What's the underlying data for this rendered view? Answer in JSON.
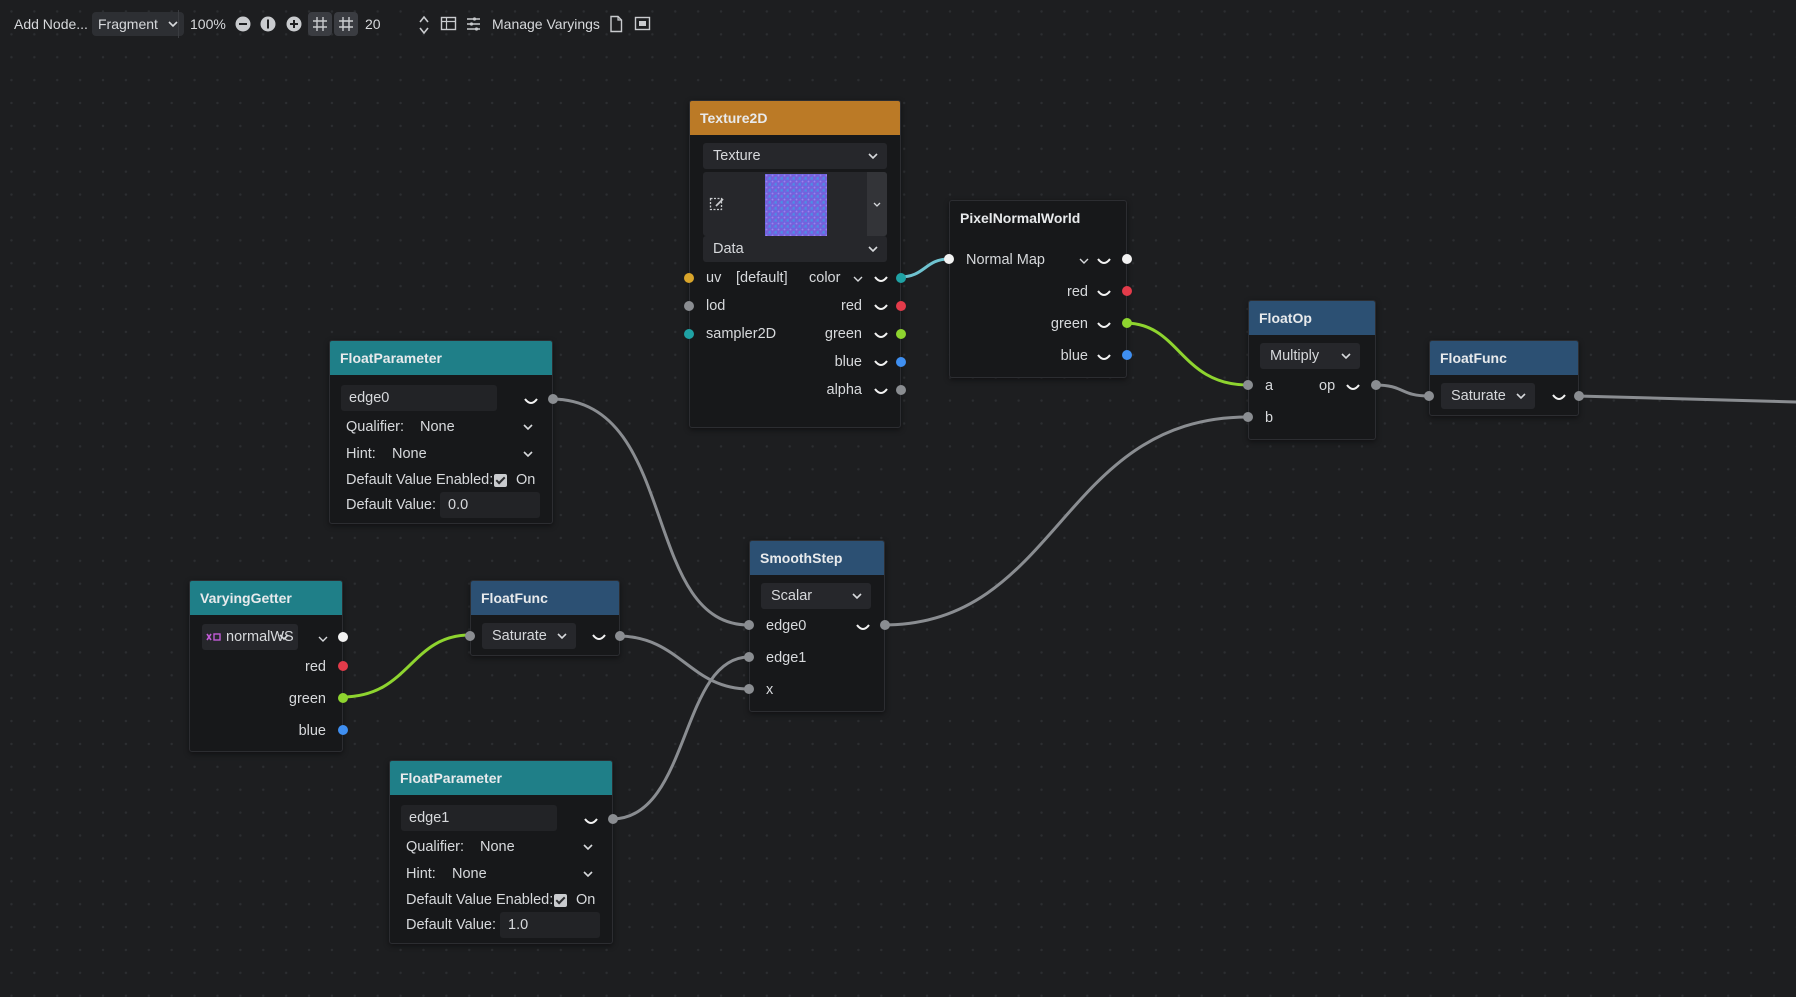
{
  "toolbar": {
    "add_node": "Add Node...",
    "mode": "Fragment",
    "zoom": "100%",
    "snap_distance": "20",
    "manage_varyings": "Manage Varyings"
  },
  "nodes": {
    "texture2d": {
      "title": "Texture2D",
      "source": "Texture",
      "type": "Data",
      "uv_label": "uv",
      "uv_default": "[default]",
      "lod_label": "lod",
      "sampler_label": "sampler2D",
      "out_color": "color",
      "out_red": "red",
      "out_green": "green",
      "out_blue": "blue",
      "out_alpha": "alpha"
    },
    "pixelnormal": {
      "title": "PixelNormalWorld",
      "mode": "Normal Map",
      "red": "red",
      "green": "green",
      "blue": "blue"
    },
    "floatop": {
      "title": "FloatOp",
      "op": "Multiply",
      "a": "a",
      "b": "b",
      "out": "op"
    },
    "floatfunc_right": {
      "title": "FloatFunc",
      "func": "Saturate"
    },
    "param_edge0": {
      "title": "FloatParameter",
      "name": "edge0",
      "qualifier_label": "Qualifier:",
      "qualifier": "None",
      "hint_label": "Hint:",
      "hint": "None",
      "default_enabled_label": "Default Value Enabled:",
      "default_enabled_state": "On",
      "default_value_label": "Default Value:",
      "default_value": "0.0"
    },
    "smoothstep": {
      "title": "SmoothStep",
      "mode": "Scalar",
      "edge0": "edge0",
      "edge1": "edge1",
      "x": "x"
    },
    "varying": {
      "title": "VaryingGetter",
      "varying": "normalWS",
      "red": "red",
      "green": "green",
      "blue": "blue"
    },
    "floatfunc_mid": {
      "title": "FloatFunc",
      "func": "Saturate"
    },
    "param_edge1": {
      "title": "FloatParameter",
      "name": "edge1",
      "qualifier_label": "Qualifier:",
      "qualifier": "None",
      "hint_label": "Hint:",
      "hint": "None",
      "default_enabled_label": "Default Value Enabled:",
      "default_enabled_state": "On",
      "default_value_label": "Default Value:",
      "default_value": "1.0"
    }
  },
  "colors": {
    "background": "#1d1e20",
    "title_texture": "#bb7a26",
    "title_parameter": "#1f7f88",
    "title_function": "#2c5073",
    "wire_default": "#8a8d91",
    "wire_green": "#8ed42f",
    "wire_cyan": "#6fc3d0",
    "port_red": "#e33b4a",
    "port_green": "#8ed42f",
    "port_blue": "#3f8ff1",
    "port_yellow": "#d9a52b"
  }
}
